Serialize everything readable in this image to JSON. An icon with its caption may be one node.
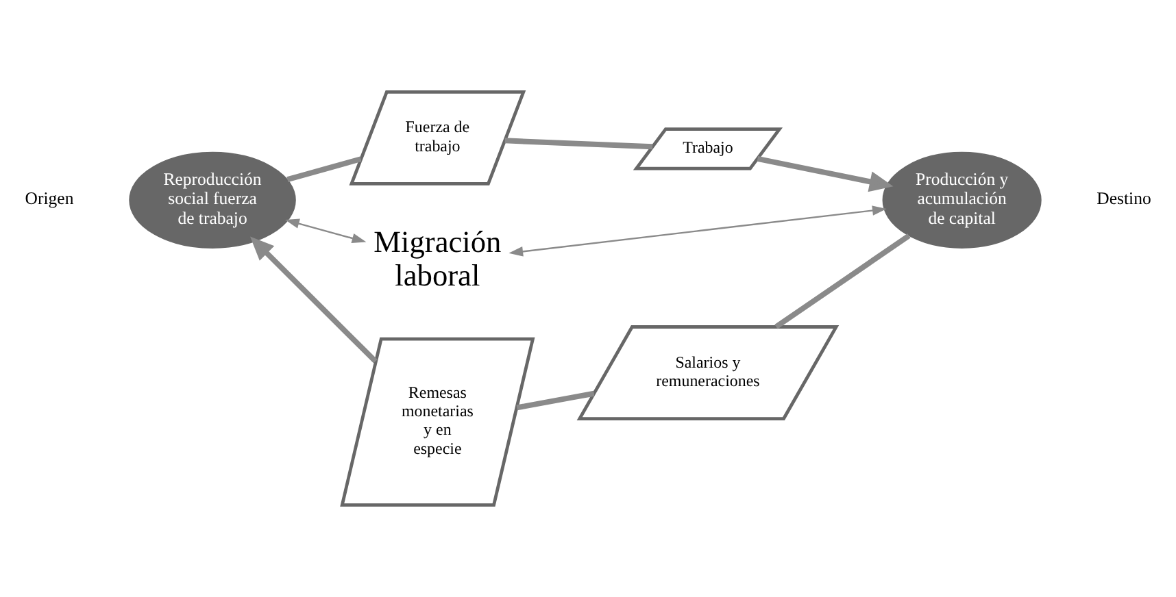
{
  "diagram": {
    "nodes": [
      {
        "text": [
          "Reproducción social fuerza de trabajo"
        ],
        "beside": [
          "Origen"
        ]
      },
      {
        "text": [
          "Migración laboral"
        ]
      },
      {
        "text": [
          "Producción y acumulación de capital"
        ],
        "beside": [
          "Destino"
        ]
      },
      {
        "text": [
          "Fuerza de trabajo"
        ]
      },
      {
        "text": [
          "Trabajo"
        ]
      },
      {
        "text": [
          "Salarios y remuneraciones"
        ]
      },
      {
        "text": [
          "Remesas monetarias y en especie"
        ]
      }
    ],
    "edges": [
      {
        "from": 0,
        "to": 3,
        "arrow": "none"
      },
      {
        "from": 3,
        "to": 4,
        "arrow": "none"
      },
      {
        "from": 4,
        "to": 2,
        "arrow": "to"
      },
      {
        "from": 2,
        "to": 5,
        "arrow": "none"
      },
      {
        "from": 5,
        "to": 6,
        "arrow": "none"
      },
      {
        "from": 6,
        "to": 0,
        "arrow": "to"
      },
      {
        "from": 1,
        "to": 0,
        "arrow": "both"
      },
      {
        "from": 1,
        "to": 2,
        "arrow": "both"
      }
    ]
  }
}
